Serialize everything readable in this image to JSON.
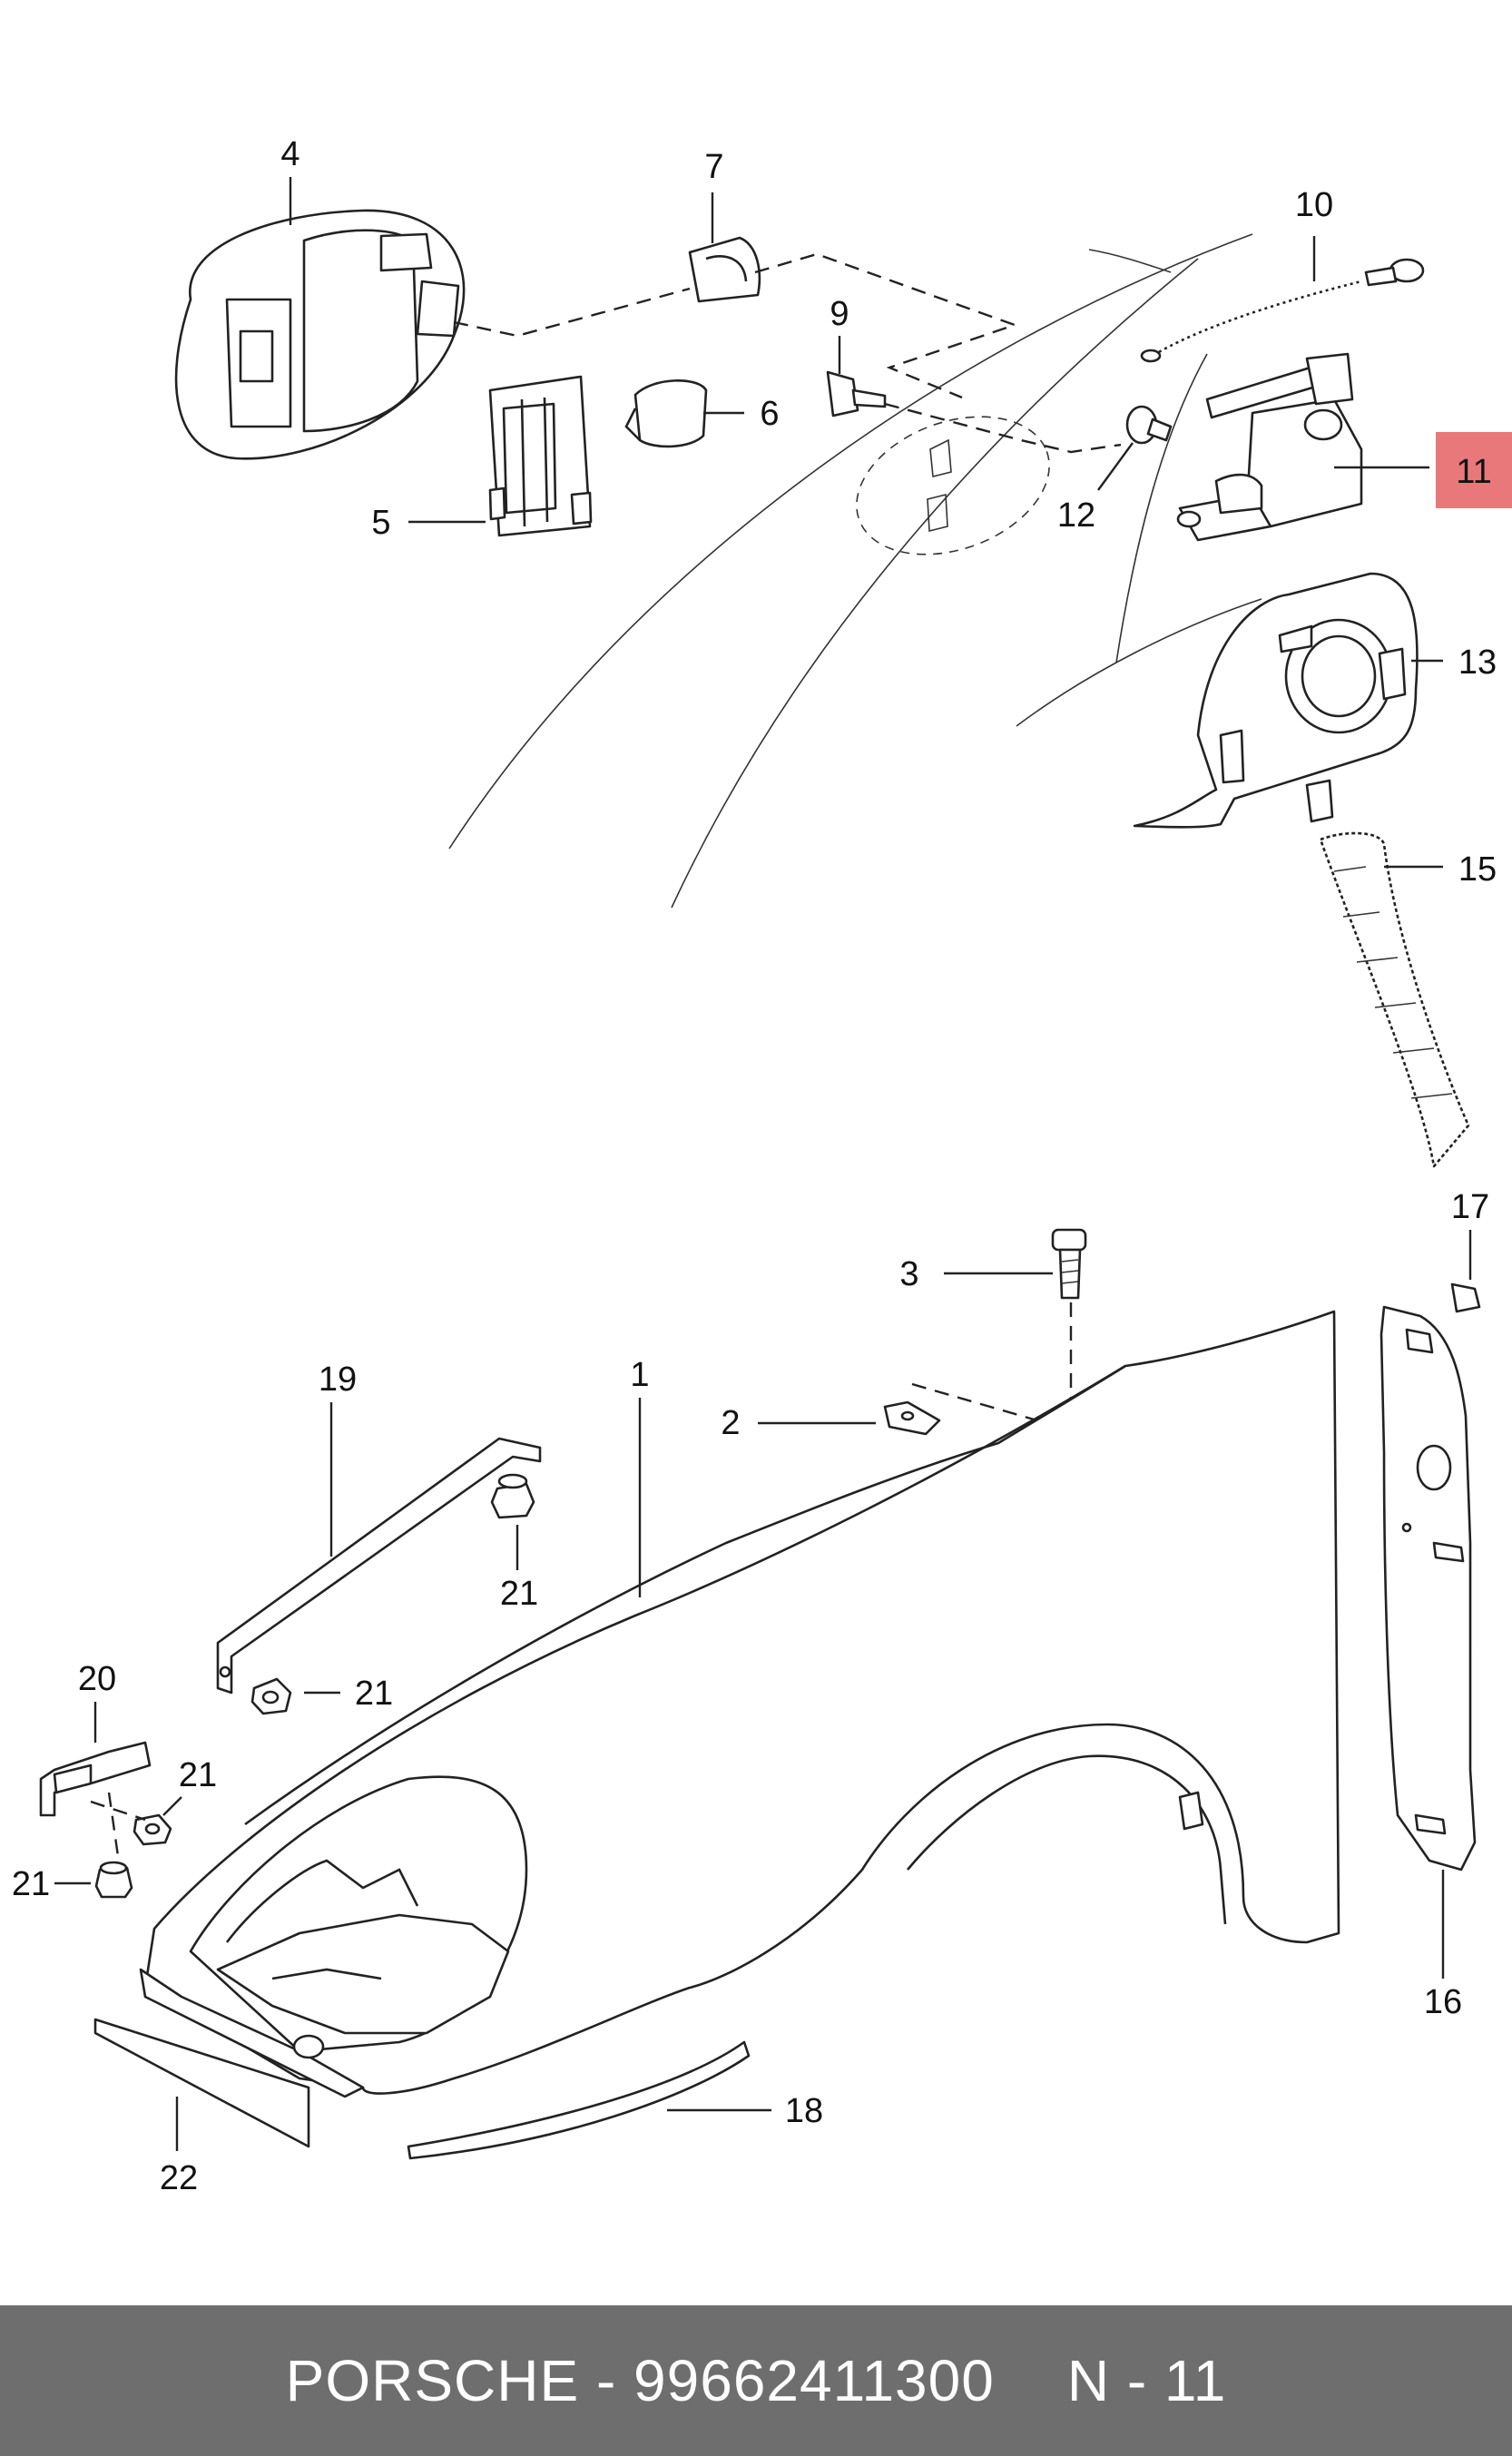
{
  "footer": {
    "brand": "PORSCHE",
    "separator": "-",
    "part_number": "99662411300",
    "diagram_ref": "N - 11"
  },
  "highlight_color": "#e8787a",
  "callouts": {
    "c1": "1",
    "c2": "2",
    "c3": "3",
    "c4": "4",
    "c5": "5",
    "c6": "6",
    "c7": "7",
    "c9": "9",
    "c10": "10",
    "c11": "11",
    "c12": "12",
    "c13": "13",
    "c15": "15",
    "c16": "16",
    "c17": "17",
    "c18": "18",
    "c19": "19",
    "c20": "20",
    "c21a": "21",
    "c21b": "21",
    "c21c": "21",
    "c21d": "21",
    "c22": "22"
  },
  "highlighted_callout": "11"
}
